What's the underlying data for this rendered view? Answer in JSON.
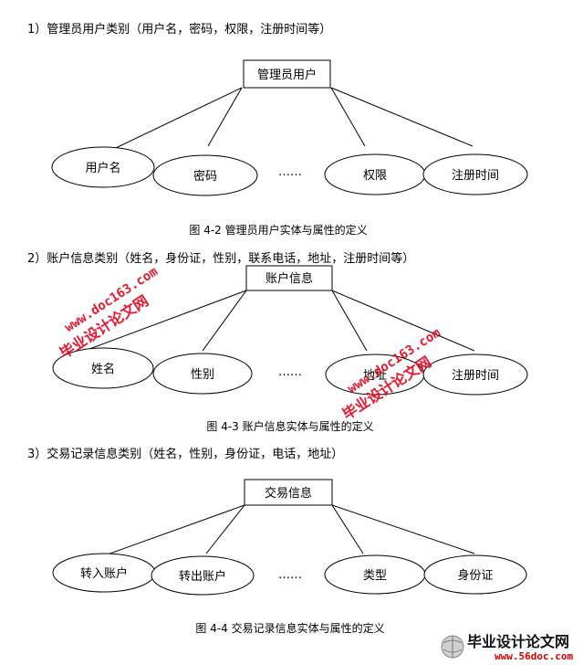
{
  "sections": [
    {
      "heading": "1）管理员用户类别（用户名，密码，权限，注册时间等）",
      "entity": "管理员用户",
      "attributes": [
        "用户名",
        "密码",
        "……",
        "权限",
        "注册时间"
      ],
      "caption": "图 4-2 管理员用户实体与属性的定义"
    },
    {
      "heading": "2）账户信息类别（姓名，身份证，性别，联系电话，地址，注册时间等）",
      "entity": "账户信息",
      "attributes": [
        "姓名",
        "性别",
        "……",
        "地址",
        "注册时间"
      ],
      "caption": "图 4-3 账户信息实体与属性的定义"
    },
    {
      "heading": "3）交易记录信息类别（姓名，性别，身份证，电话，地址）",
      "entity": "交易信息",
      "attributes": [
        "转入账户",
        "转出账户",
        "……",
        "类型",
        "身份证"
      ],
      "caption": "图 4-4 交易记录信息实体与属性的定义"
    }
  ],
  "watermarks": [
    {
      "cn": "毕业设计论文网",
      "url": "www.doc163.com"
    },
    {
      "cn": "毕业设计论文网",
      "url": "www.doc163.com"
    }
  ],
  "footer": {
    "logo": "毕业设计论文网",
    "url": "www.56doc.com"
  },
  "colors": {
    "watermark": "#e2001a",
    "footer_url": "#d40000"
  }
}
